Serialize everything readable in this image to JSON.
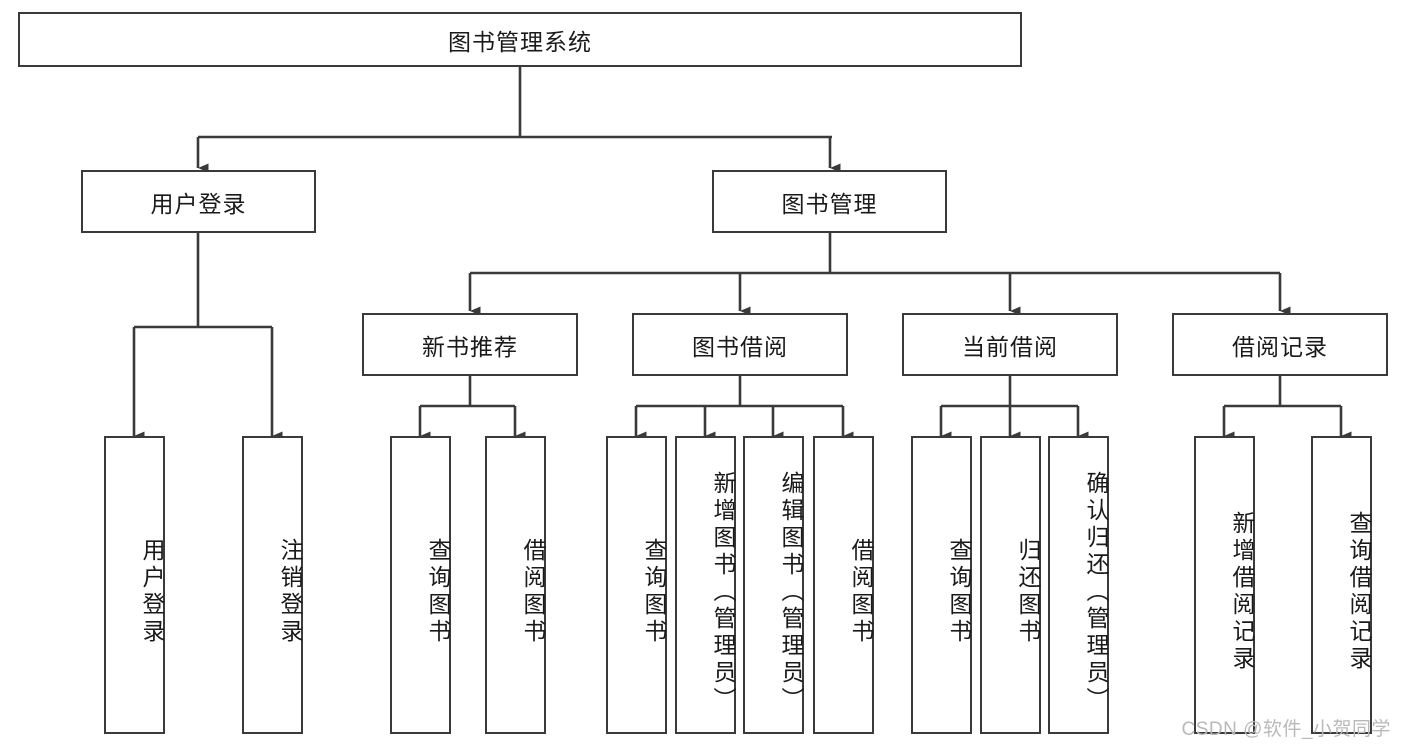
{
  "diagram": {
    "title": "图书管理系统",
    "type": "tree-hierarchy-diagram",
    "colors": {
      "box_border": "#3a3a3a",
      "box_fill": "#ffffff",
      "connector": "#3a3a3a",
      "text": "#1a1a1a",
      "watermark": "#b9b9b9",
      "background": "#ffffff"
    },
    "levels": {
      "root": {
        "label": "图书管理系统"
      },
      "level2": [
        {
          "label": "用户登录"
        },
        {
          "label": "图书管理"
        }
      ],
      "level3": [
        {
          "label": "新书推荐"
        },
        {
          "label": "图书借阅"
        },
        {
          "label": "当前借阅"
        },
        {
          "label": "借阅记录"
        }
      ],
      "leaves": {
        "user_login": [
          {
            "label": "用户登录"
          },
          {
            "label": "注销登录"
          }
        ],
        "new_book_recommend": [
          {
            "label": "查询图书"
          },
          {
            "label": "借阅图书"
          }
        ],
        "book_borrow": [
          {
            "label": "查询图书"
          },
          {
            "label": "新增图书（管理员）"
          },
          {
            "label": "编辑图书（管理员）"
          },
          {
            "label": "借阅图书"
          }
        ],
        "current_borrow": [
          {
            "label": "查询图书"
          },
          {
            "label": "归还图书"
          },
          {
            "label": "确认归还（管理员）"
          }
        ],
        "borrow_record": [
          {
            "label": "新增借阅记录"
          },
          {
            "label": "查询借阅记录"
          }
        ]
      }
    },
    "watermark": "CSDN @软件_小贺同学"
  }
}
